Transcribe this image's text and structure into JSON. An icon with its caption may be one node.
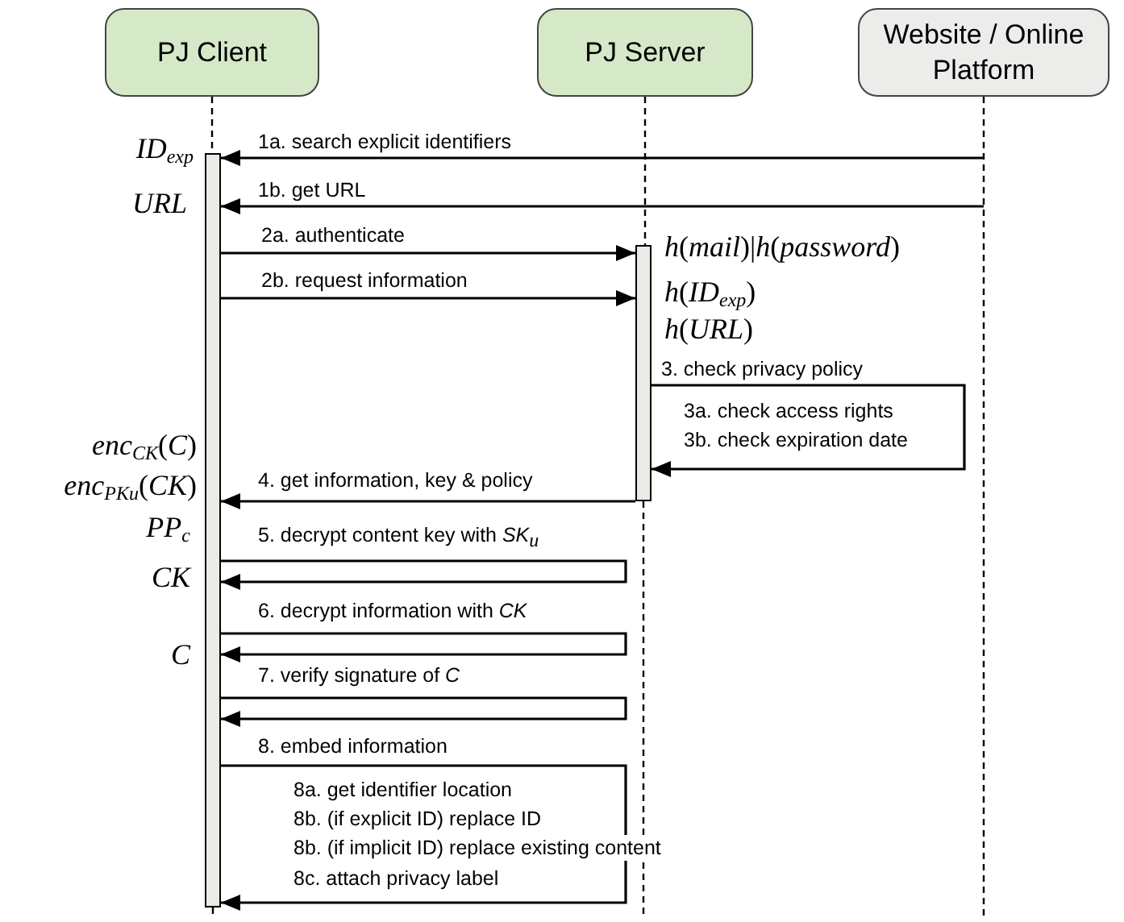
{
  "diagram": {
    "nodes": [
      {
        "text": [
          "PJ Client"
        ]
      },
      {
        "text": [
          "PJ Server"
        ]
      },
      {
        "text": [
          "Website / Online Platform"
        ]
      },
      {
        "text": [],
        "shape": "bar"
      },
      {
        "text": [],
        "shape": "bar"
      }
    ],
    "edges": [
      {
        "from": 2,
        "to": 3,
        "arrow": "to",
        "label": "1a. search explicit identifiers"
      },
      {
        "from": 2,
        "to": 3,
        "arrow": "to",
        "label": "1b. get URL"
      },
      {
        "from": 3,
        "to": 4,
        "arrow": "to",
        "label": "2a. authenticate"
      },
      {
        "from": 3,
        "to": 4,
        "arrow": "to",
        "label": "2b. request information"
      },
      {
        "from": 4,
        "to": 4,
        "arrow": "to",
        "label": "3. check privacy policy"
      },
      {
        "from": 4,
        "to": 3,
        "arrow": "to",
        "label": "4. get information, key & policy"
      },
      {
        "from": 3,
        "to": 3,
        "arrow": "to",
        "label": "5. decrypt content key with *SK*$_{u}$"
      },
      {
        "from": 3,
        "to": 3,
        "arrow": "to",
        "label": "6. decrypt information with *CK*"
      },
      {
        "from": 3,
        "to": 3,
        "arrow": "to",
        "label": "7. verify signature of *C*"
      },
      {
        "from": 3,
        "to": 3,
        "arrow": "to",
        "label": "8. embed information"
      },
      {
        "from": 0,
        "to": 3,
        "arrow": "none",
        "style": "dashed"
      },
      {
        "from": 3,
        "to": null,
        "arrow": "none",
        "style": "dashed"
      },
      {
        "from": 1,
        "to": 4,
        "arrow": "none",
        "style": "dashed"
      },
      {
        "from": 4,
        "to": null,
        "arrow": "none",
        "style": "dashed"
      },
      {
        "from": 2,
        "to": null,
        "arrow": "none",
        "style": "dashed"
      }
    ],
    "labels": [
      "*ID*$_{exp}$",
      "*URL*",
      "*h*(*mail*)|*h*(*password*)",
      "*h*(*ID*$_{exp}$)",
      "*h*(*URL*)",
      "3a. check access rights",
      "3b. check expiration date",
      "*enc*$_{CK}$(*C*)",
      "*enc*$_{PKu}$(*CK*)",
      "*PP*$_{c}$",
      "*CK*",
      "*C*",
      "8a. get identifier location",
      "8b. (if explicit ID) replace ID",
      "8b. (if implicit ID) replace existing content",
      "8c. attach privacy label"
    ]
  }
}
